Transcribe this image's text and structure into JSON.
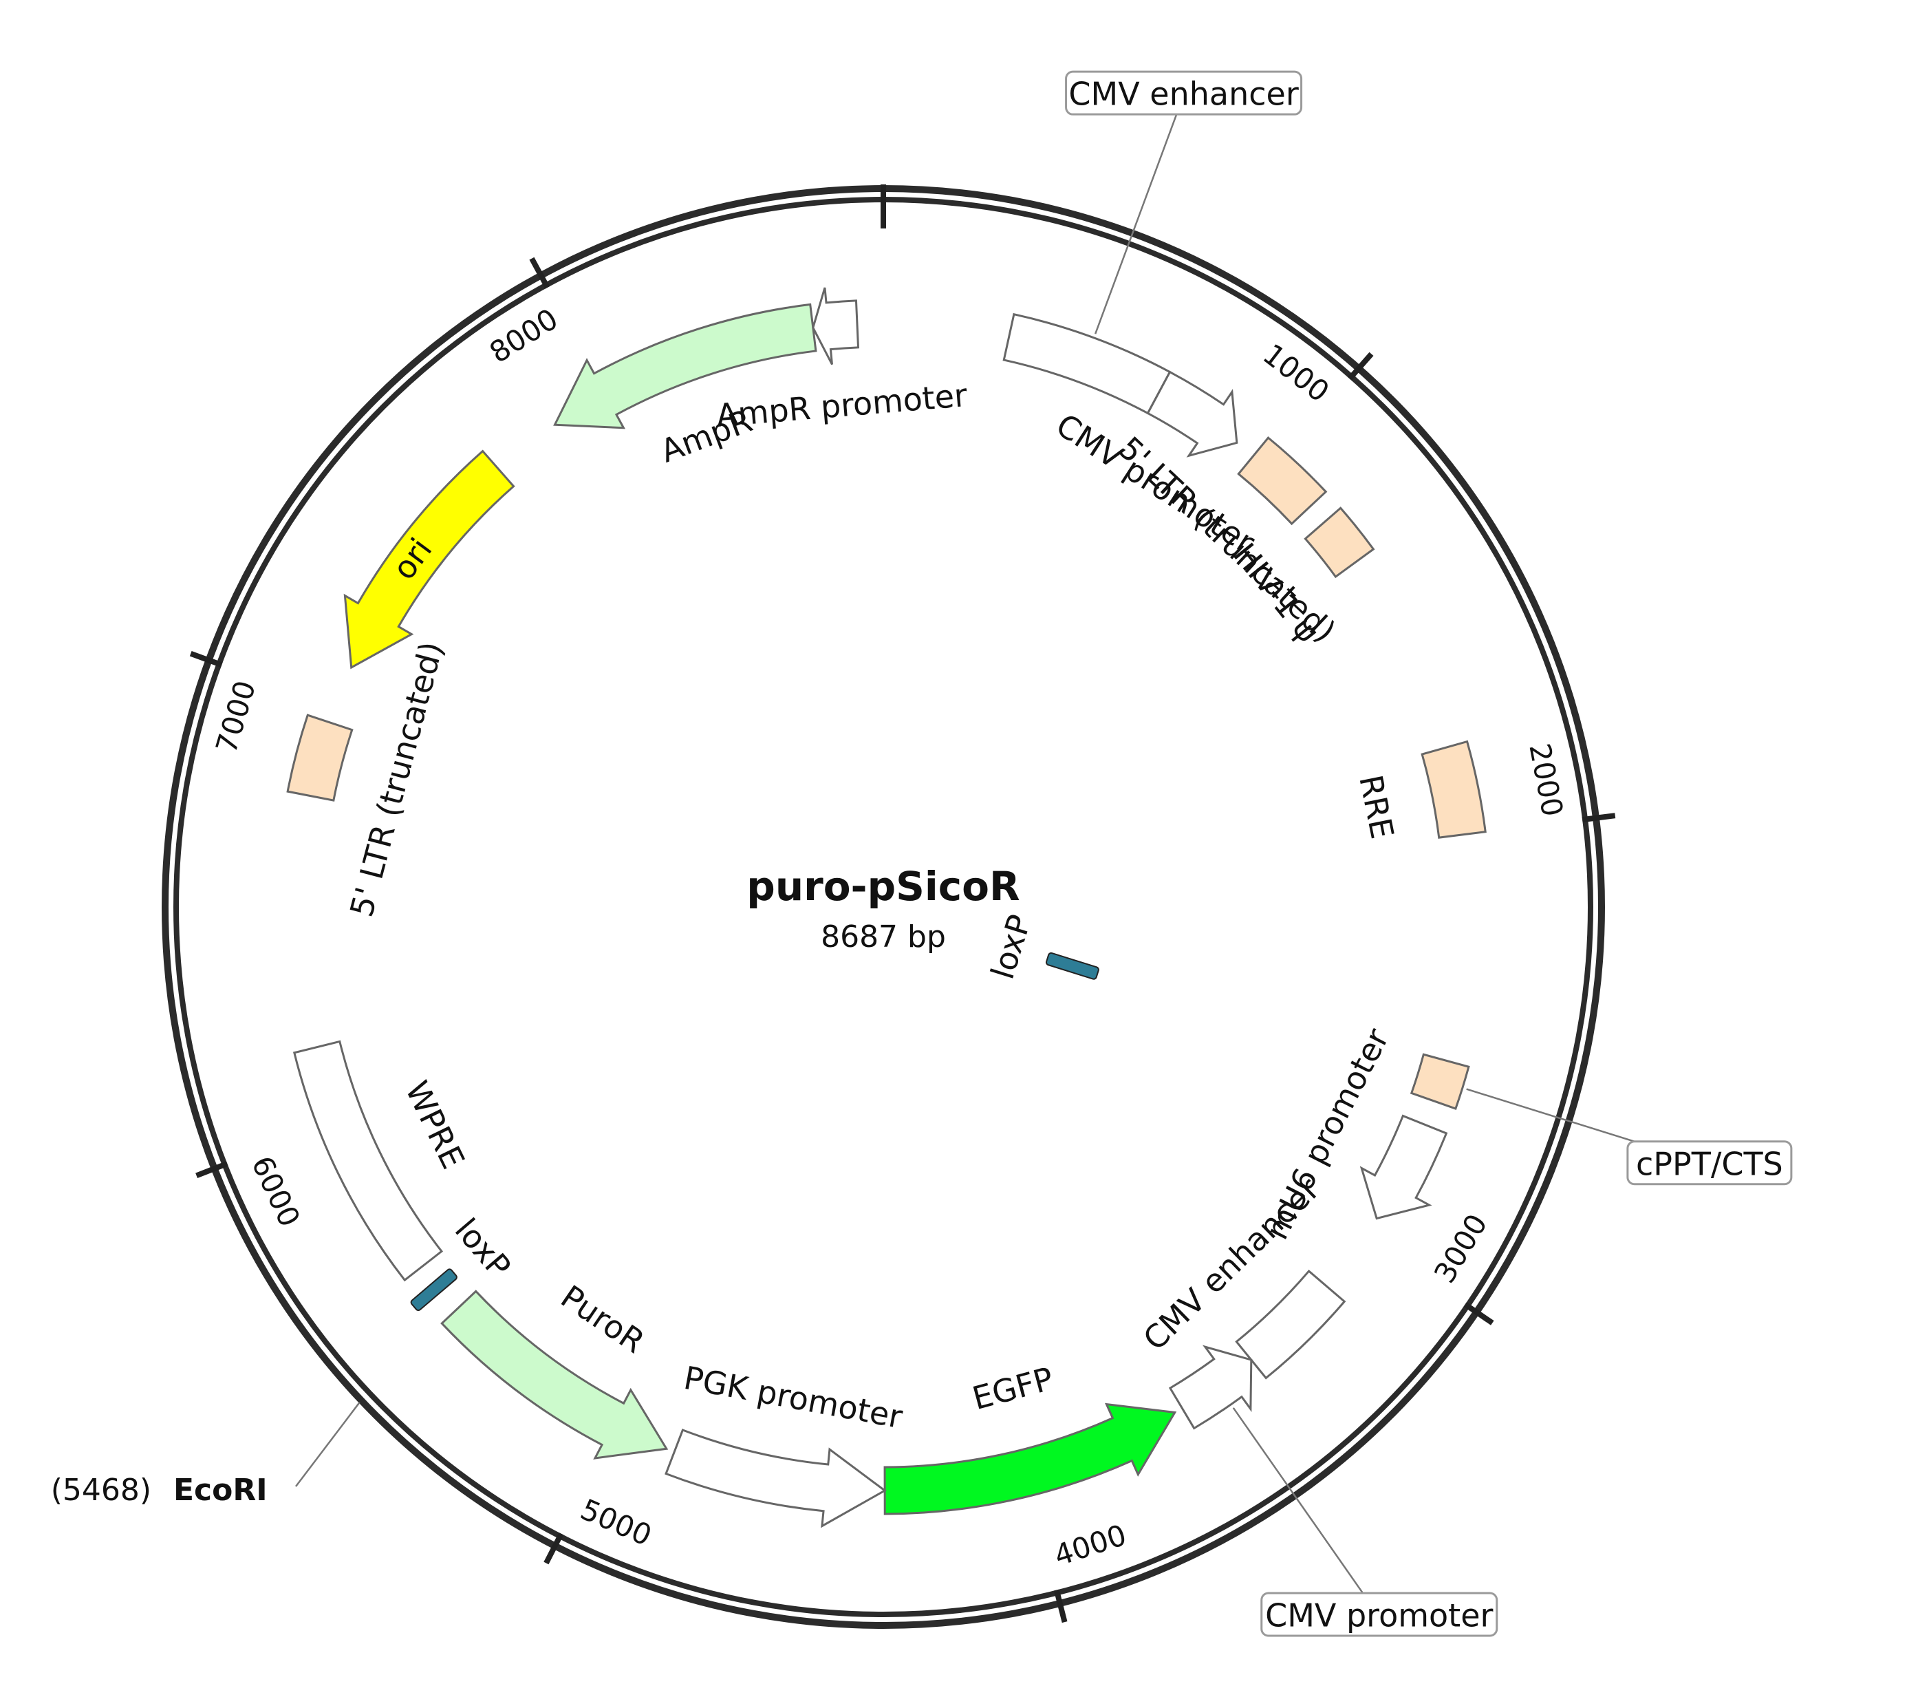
{
  "plasmid": {
    "name": "puro-pSicoR",
    "size_label": "8687 bp",
    "length": 8687
  },
  "colors": {
    "backbone": "#2b2b2b",
    "ltr_feature": "#fde0c0",
    "ampr": "#ccfacc",
    "purор": "#ccfacc",
    "ori": "#ffff00",
    "egfp": "#00f820",
    "loxp": "#2e7d96",
    "white_feature": "#ffffff",
    "callout_fill_cppt": "#fde0c0"
  },
  "ticks": [
    {
      "pos": 1000,
      "label": "1000"
    },
    {
      "pos": 2000,
      "label": "2000"
    },
    {
      "pos": 3000,
      "label": "3000"
    },
    {
      "pos": 4000,
      "label": "4000"
    },
    {
      "pos": 5000,
      "label": "5000"
    },
    {
      "pos": 6000,
      "label": "6000"
    },
    {
      "pos": 7000,
      "label": "7000"
    },
    {
      "pos": 8000,
      "label": "8000"
    }
  ],
  "features": [
    {
      "id": "cmv-enhancer-1",
      "label": "CMV enhancer",
      "start": 300,
      "end": 680,
      "strand": 1,
      "type": "box",
      "color": "#ffffff",
      "label_mode": "callout"
    },
    {
      "id": "cmv-promoter-1",
      "label": "CMV promoter",
      "start": 680,
      "end": 900,
      "strand": 1,
      "type": "arrow",
      "color": "#ffffff",
      "label_mode": "inner"
    },
    {
      "id": "ltr-5-truncated-1",
      "label": "5' LTR (truncated)",
      "start": 950,
      "end": 1130,
      "strand": 0,
      "type": "box",
      "color": "#fde0c0",
      "label_mode": "inner"
    },
    {
      "id": "hiv-1-psi",
      "label": "HIV-1 ψ",
      "start": 1180,
      "end": 1300,
      "strand": 0,
      "type": "box",
      "color": "#fde0c0",
      "label_mode": "inner"
    },
    {
      "id": "rre",
      "label": "RRE",
      "start": 1790,
      "end": 2000,
      "strand": 0,
      "type": "box",
      "color": "#fde0c0",
      "label_mode": "inner"
    },
    {
      "id": "cppt-cts",
      "label": "cPPT/CTS",
      "start": 2540,
      "end": 2640,
      "strand": 0,
      "type": "box",
      "color": "#fde0c0",
      "label_mode": "callout"
    },
    {
      "id": "mu6-promoter",
      "label": "mU6 promoter",
      "start": 2700,
      "end": 2950,
      "strand": 1,
      "type": "arrow",
      "color": "#ffffff",
      "label_mode": "inner"
    },
    {
      "id": "loxp-1",
      "label": "loxP",
      "start": 2570,
      "end": 2610,
      "strand": 1,
      "type": "loxp",
      "color": "#2e7d96",
      "label_mode": "inner"
    },
    {
      "id": "cmv-enhancer-2",
      "label": "CMV enhancer",
      "start": 3150,
      "end": 3400,
      "strand": -1,
      "type": "box",
      "color": "#ffffff",
      "label_mode": "inner"
    },
    {
      "id": "cmv-promoter-2",
      "label": "CMV promoter",
      "start": 3400,
      "end": 3600,
      "strand": -1,
      "type": "arrow",
      "color": "#ffffff",
      "label_mode": "callout"
    },
    {
      "id": "egfp",
      "label": "EGFP",
      "start": 3620,
      "end": 4340,
      "strand": -1,
      "type": "arrow",
      "color": "#00f820",
      "label_mode": "inner"
    },
    {
      "id": "pgk-promoter",
      "label": "PGK promoter",
      "start": 4340,
      "end": 4850,
      "strand": -1,
      "type": "arrow",
      "color": "#ffffff",
      "label_mode": "inner"
    },
    {
      "id": "puror",
      "label": "PuroR",
      "start": 4870,
      "end": 5470,
      "strand": -1,
      "type": "arrow",
      "color": "#ccfacc",
      "label_mode": "inner"
    },
    {
      "id": "loxp-2",
      "label": "loxP",
      "start": 5520,
      "end": 5560,
      "strand": -1,
      "type": "loxp",
      "color": "#2e7d96",
      "label_mode": "inner"
    },
    {
      "id": "wpre",
      "label": "WPRE",
      "start": 5600,
      "end": 6180,
      "strand": 0,
      "type": "box",
      "color": "#ffffff",
      "label_mode": "inner"
    },
    {
      "id": "ltr-5-truncated-2",
      "label": "5' LTR (truncated)",
      "start": 6780,
      "end": 6960,
      "strand": 0,
      "type": "box",
      "color": "#fde0c0",
      "label_mode": "inner"
    },
    {
      "id": "ori",
      "label": "ori",
      "start": 7100,
      "end": 7690,
      "strand": -1,
      "type": "arrow",
      "color": "#ffff00",
      "label_mode": "inside"
    },
    {
      "id": "ampr",
      "label": "AmpR",
      "start": 7860,
      "end": 8520,
      "strand": -1,
      "type": "arrow",
      "color": "#ccfacc",
      "label_mode": "inner"
    },
    {
      "id": "ampr-promoter",
      "label": "AmpR promoter",
      "start": 8520,
      "end": 8625,
      "strand": -1,
      "type": "arrow",
      "color": "#ffffff",
      "label_mode": "inner"
    }
  ],
  "sites": [
    {
      "id": "ecori",
      "name": "EcoRI",
      "position_label": "(5468)",
      "pos": 5468
    }
  ]
}
